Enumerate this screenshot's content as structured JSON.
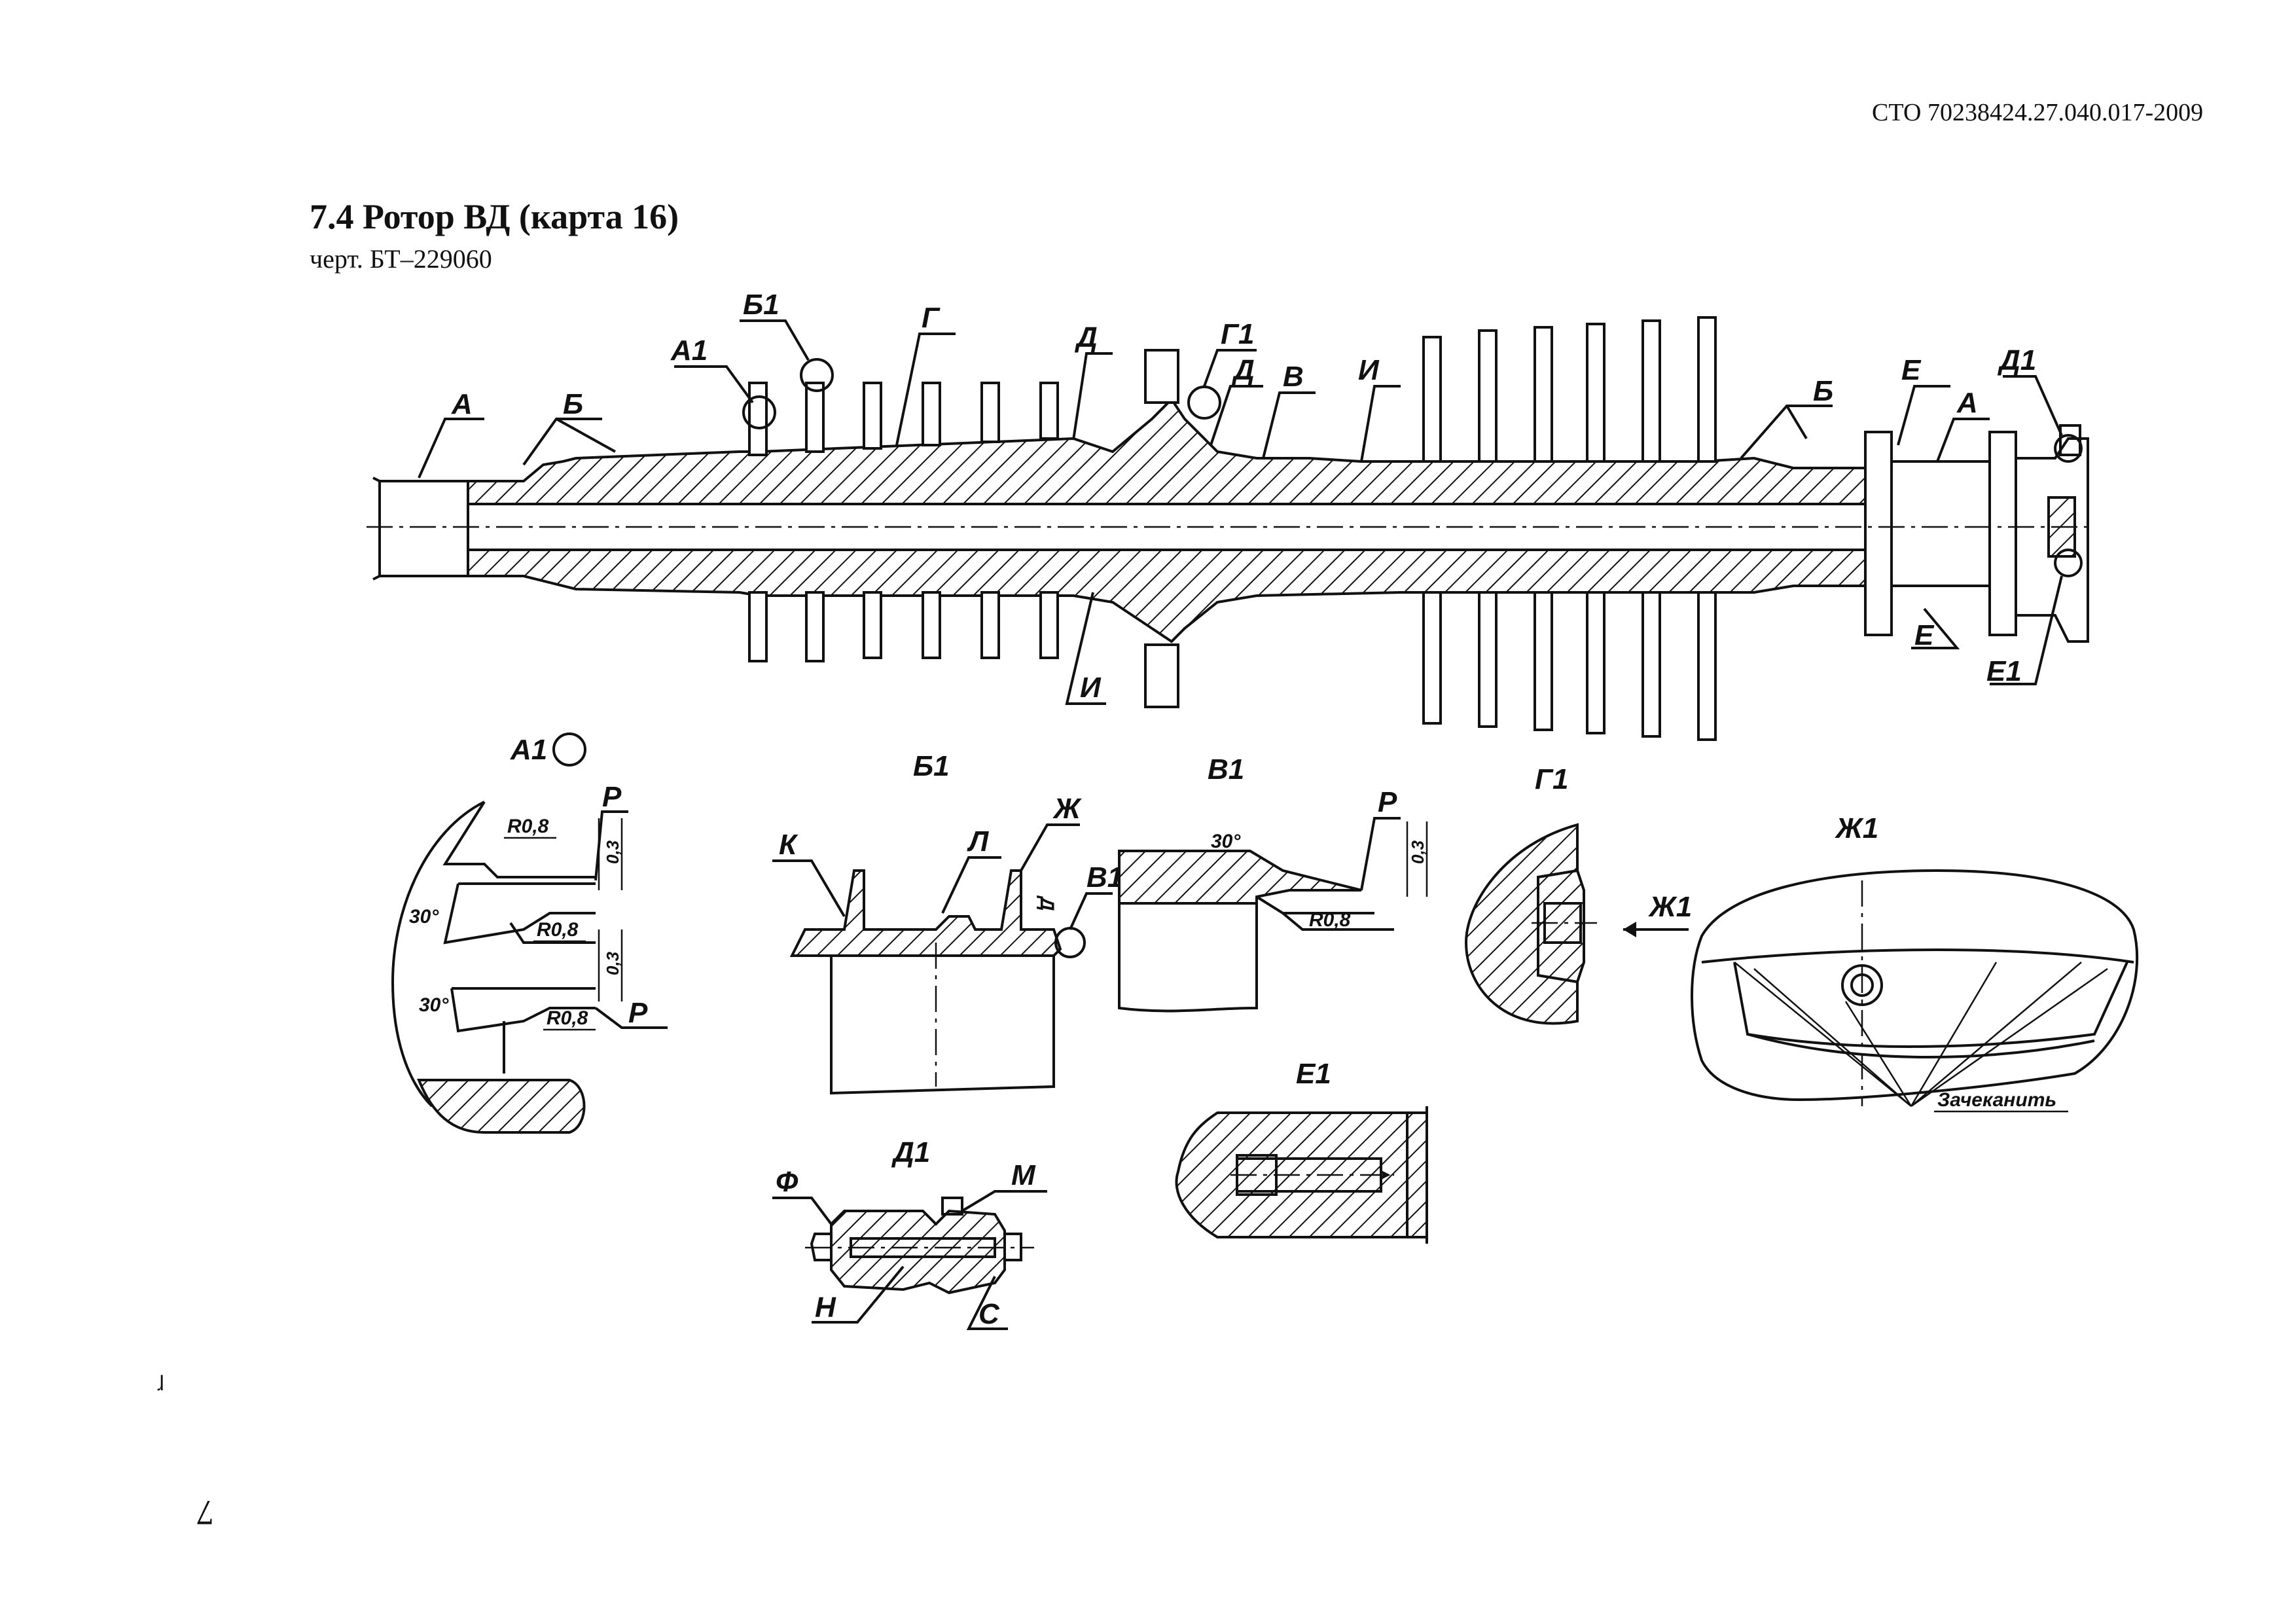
{
  "header": {
    "doc_code": "СТО 70238424.27.040.017-2009",
    "title": "7.4 Ротор ВД (карта 16)",
    "subtitle": "черт. БТ–229060"
  },
  "footer": {
    "page_number": "7",
    "corner_mark": "ɺ"
  },
  "drawing": {
    "main_labels": {
      "A_left": "А",
      "B_left": "Б",
      "A1": "А1",
      "B1": "Б1",
      "G": "Г",
      "D": "Д",
      "G1": "Г1",
      "D2": "Д",
      "V": "В",
      "I_top": "И",
      "I_bottom": "И",
      "B_right": "Б",
      "E_top": "Е",
      "A_right": "А",
      "D1": "Д1",
      "E_bottom": "Е",
      "E1": "Е1"
    },
    "details": {
      "A1": {
        "title": "А1",
        "r_top": "R0,8",
        "r_mid": "R0,8",
        "r_bot": "R0,8",
        "angle_top": "30°",
        "angle_bot": "30°",
        "dim_top": "0,3",
        "dim_bot": "0,3",
        "p_top": "Р",
        "p_bot": "Р"
      },
      "B1": {
        "title": "Б1",
        "k": "К",
        "l": "Л",
        "zh": "Ж",
        "d": "Д",
        "v1": "В1"
      },
      "V1": {
        "title": "В1",
        "angle": "30°",
        "p": "Р",
        "dim": "0,3",
        "r": "R0,8"
      },
      "G1": {
        "title": "Г1",
        "zh1": "Ж1"
      },
      "Zh1": {
        "title": "Ж1",
        "note": "Зачеканить"
      },
      "E1": {
        "title": "Е1"
      },
      "D1": {
        "title": "Д1",
        "f": "Ф",
        "m": "М",
        "n": "Н",
        "s": "С"
      }
    }
  }
}
